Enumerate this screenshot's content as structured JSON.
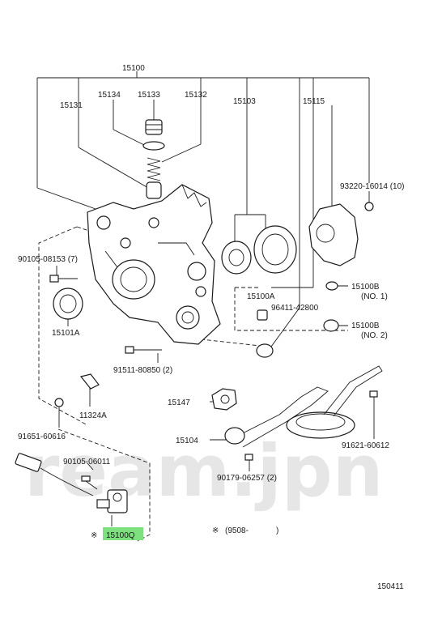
{
  "watermark": "ream.jpn",
  "highlight_color": "#7ee07e",
  "diagram_number": "150411",
  "note": {
    "symbol": "※",
    "text": "(9508-",
    "close": ")"
  },
  "labels": {
    "p15100": "15100",
    "p15134": "15134",
    "p15133": "15133",
    "p15132": "15132",
    "p15131": "15131",
    "p15103": "15103",
    "p15115": "15115",
    "p93220": "93220-16014 (10)",
    "p90105_08153": "90105-08153 (7)",
    "p15101A": "15101A",
    "p15100A": "15100A",
    "p96411": "96411-42800",
    "p15100B_1a": "15100B",
    "p15100B_1b": "(NO. 1)",
    "p15100B_2a": "15100B",
    "p15100B_2b": "(NO. 2)",
    "p91511": "91511-80850 (2)",
    "p11324A": "11324A",
    "p15147": "15147",
    "p91651": "91651-60616",
    "p15104": "15104",
    "p91621": "91621-60612",
    "p90105_06011": "90105-06011",
    "p90179": "90179-06257 (2)",
    "p15100Q": "15100Q"
  }
}
